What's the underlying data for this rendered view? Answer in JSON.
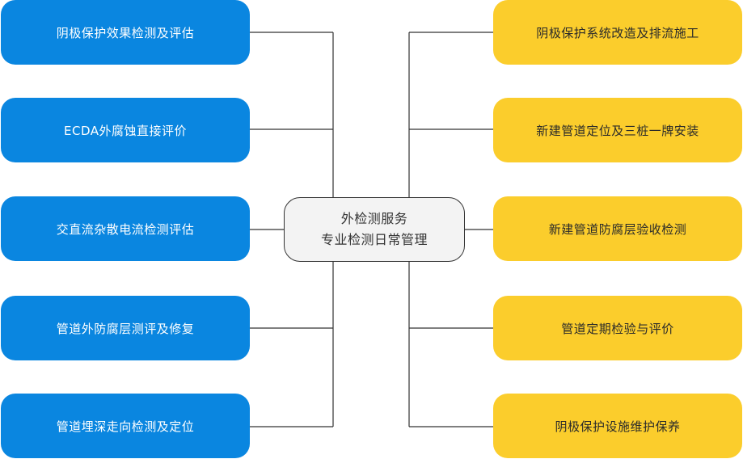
{
  "center": {
    "line1": "外检测服务",
    "line2": "专业检测日常管理",
    "fill": "#f3f3f3"
  },
  "left_branch": {
    "color": "#0a86e0",
    "items": [
      "阴极保护效果检测及评估",
      "ECDA外腐蚀直接评价",
      "交直流杂散电流检测评估",
      "管道外防腐层测评及修复",
      "管道埋深走向检测及定位"
    ]
  },
  "right_branch": {
    "color": "#fbcd2c",
    "items": [
      "阴极保护系统改造及排流施工",
      "新建管道定位及三桩一牌安装",
      "新建管道防腐层验收检测",
      "管道定期检验与评价",
      "阴极保护设施维护保养"
    ]
  }
}
